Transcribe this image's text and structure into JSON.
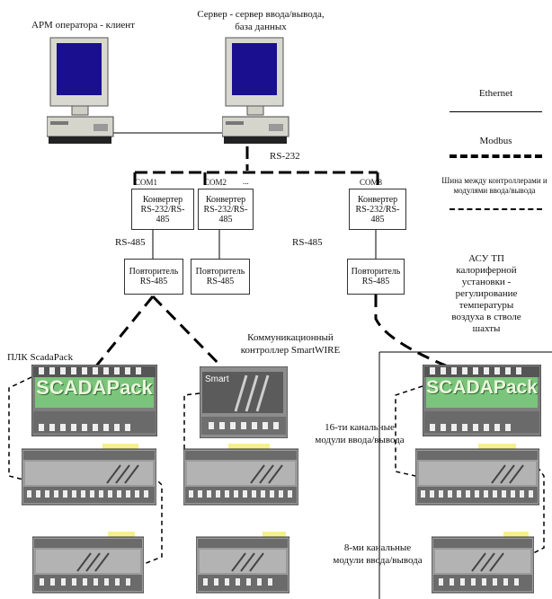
{
  "labels": {
    "client": "АРМ оператора - клиент",
    "server_line1": "Сервер - сервер ввода/вывода,",
    "server_line2": "база данных",
    "rs232": "RS-232",
    "com1": "COM1",
    "com2": "COM2",
    "com_dots": "...",
    "com8": "COM8",
    "rs485_left": "RS-485",
    "rs485_mid": "RS-485",
    "plc": "ПЛК ScadaPack",
    "comm_ctrl_line1": "Коммуникационный",
    "comm_ctrl_line2": "контроллер SmartWIRE",
    "asutp_line1": "АСУ ТП",
    "asutp_line2": "калориферной",
    "asutp_line3": "установки -",
    "asutp_line4": "регулирование",
    "asutp_line5": "температуры",
    "asutp_line6": "воздуха в стволе",
    "asutp_line7": "шахты",
    "mod16_line1": "16-ти канальные",
    "mod16_line2": "модули ввода/вывода",
    "mod8_line1": "8-ми канальные",
    "mod8_line2": "модули ввода/вывода"
  },
  "converters": [
    {
      "line1": "Конвертер",
      "line2": "RS-232/RS-",
      "line3": "485"
    },
    {
      "line1": "Конвертер",
      "line2": "RS-232/RS-",
      "line3": "485"
    },
    {
      "line1": "Конвертер",
      "line2": "RS-232/RS-",
      "line3": "485"
    }
  ],
  "repeaters": [
    {
      "line1": "Повторитель",
      "line2": "RS-485"
    },
    {
      "line1": "Повторитель",
      "line2": "RS-485"
    },
    {
      "line1": "Повторитель",
      "line2": "RS-485"
    }
  ],
  "legend": {
    "ethernet": "Ethernet",
    "modbus": "Modbus",
    "bus_line1": "Шина между контроллерами и",
    "bus_line2": "модулями ввода/вывода"
  },
  "device_text": {
    "scadapack": "SCADAPack",
    "smart": "Smart"
  },
  "colors": {
    "monitor_frame": "#d8d8d0",
    "screen": "#1a0f8f",
    "scada_green": "#7bc47b",
    "module_gray": "#9a9a9a",
    "yellow_tab": "#f5f08a"
  }
}
